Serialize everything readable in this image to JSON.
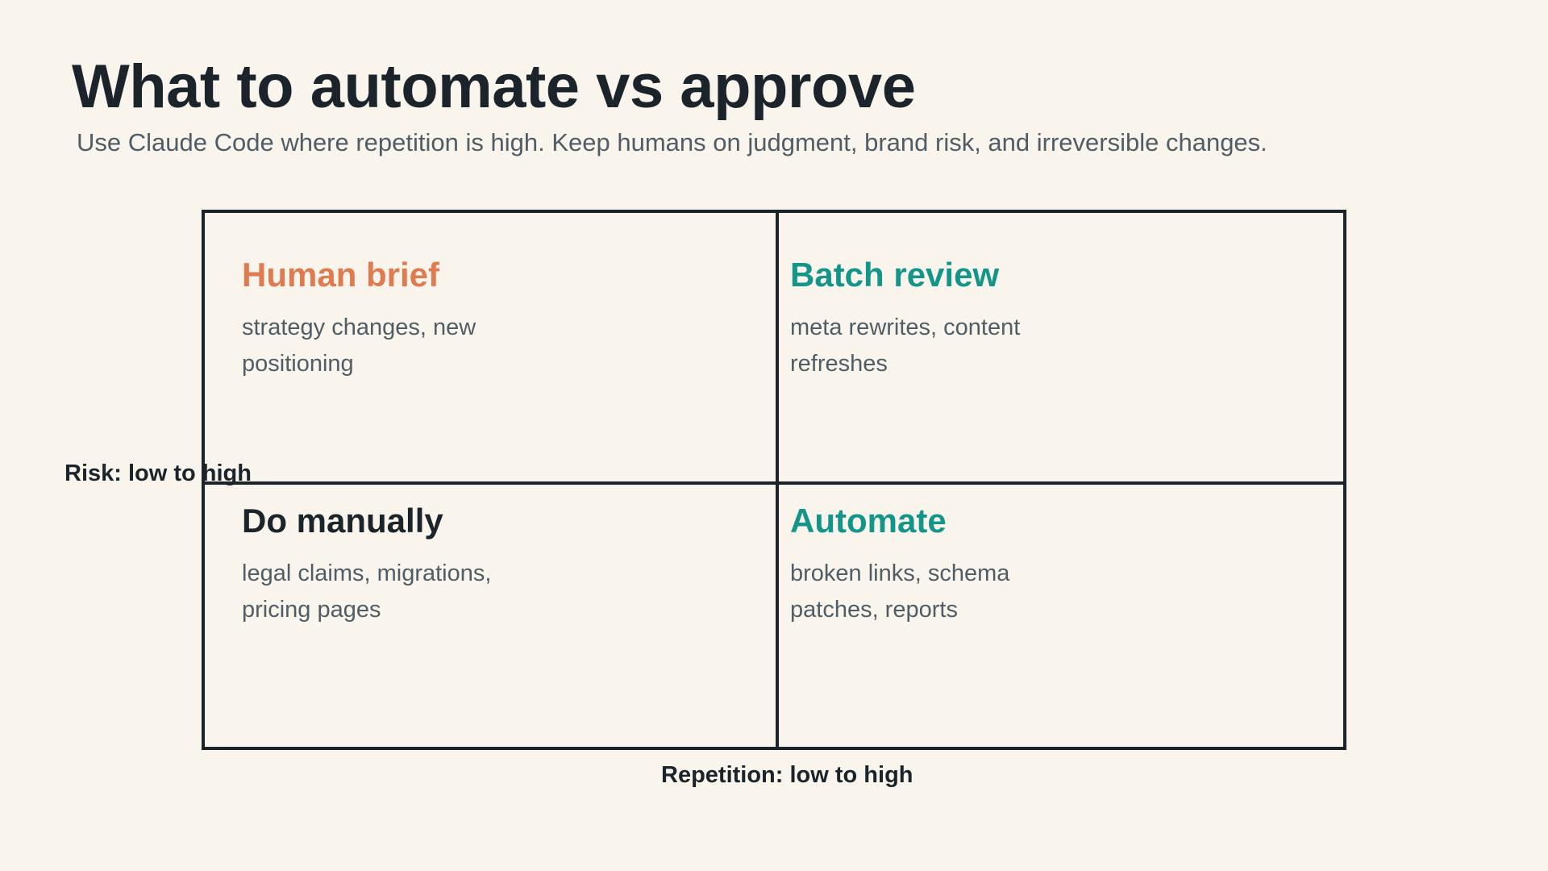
{
  "slide": {
    "title": "What to automate vs approve",
    "subtitle": "Use Claude Code where repetition is high. Keep humans on judgment, brand risk, and irreversible changes."
  },
  "matrix": {
    "x_axis_label": "Repetition: low to high",
    "y_axis_label": "Risk: low to high",
    "quadrants": [
      {
        "position": "top-left",
        "title": "Human brief",
        "description": "strategy changes, new positioning",
        "color": "#e07a4f"
      },
      {
        "position": "top-right",
        "title": "Batch review",
        "description": "meta rewrites, content refreshes",
        "color": "#14958a"
      },
      {
        "position": "bottom-left",
        "title": "Do manually",
        "description": "legal claims, migrations, pricing pages",
        "color": "#1b242b"
      },
      {
        "position": "bottom-right",
        "title": "Automate",
        "description": "broken links, schema patches, reports",
        "color": "#14958a"
      }
    ]
  },
  "colors": {
    "background": "#f9f5ec",
    "text_dark": "#1b242b",
    "text_muted": "#505d66",
    "accent_orange": "#e07a4f",
    "accent_teal": "#14958a"
  }
}
